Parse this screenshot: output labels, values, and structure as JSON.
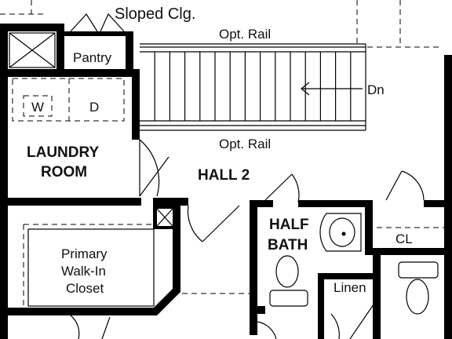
{
  "floorplan": {
    "labels": {
      "sloped_ceiling": "Sloped Clg.",
      "pantry": "Pantry",
      "opt_rail_top": "Opt. Rail",
      "opt_rail_bottom": "Opt. Rail",
      "stair_direction": "Dn",
      "washer": "W",
      "dryer": "D",
      "laundry_room_line1": "LAUNDRY",
      "laundry_room_line2": "ROOM",
      "hall": "HALL 2",
      "half_bath_line1": "HALF",
      "half_bath_line2": "BATH",
      "closet": "CL",
      "linen": "Linen",
      "walk_in_line1": "Primary",
      "walk_in_line2": "Walk-In",
      "walk_in_line3": "Closet"
    },
    "stair_treads": 15
  }
}
